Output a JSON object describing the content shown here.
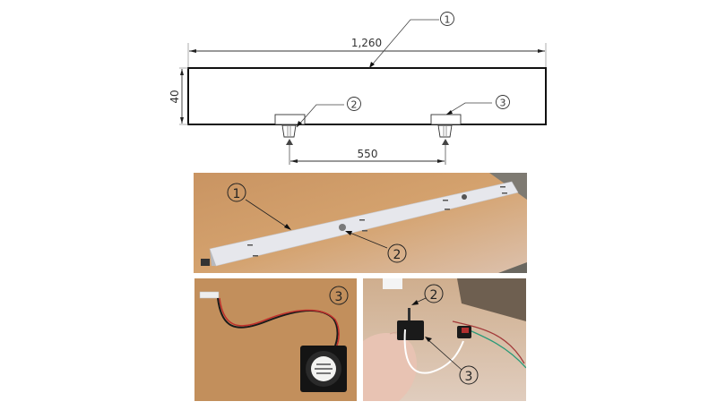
{
  "drawing": {
    "dimensions": {
      "length": "1,260",
      "height": "40",
      "fan_spacing": "550"
    },
    "callouts": {
      "bar": "①",
      "fan_left": "②",
      "fan_right": "③"
    }
  },
  "photos": {
    "bar_photo": {
      "callout_bar": "①",
      "callout_fan": "②"
    },
    "fan_photo": {
      "callout": "③"
    },
    "hand_photo": {
      "callout_top": "②",
      "callout_bottom": "③"
    }
  },
  "colors": {
    "wood": "#c8955e",
    "bar_white": "#e8e9ee",
    "line": "#1a1a1a",
    "wire_red": "#c0302c",
    "wire_green": "#2a9a78"
  }
}
